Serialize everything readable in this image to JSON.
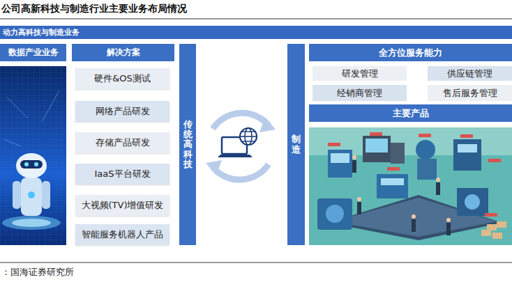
{
  "diagram": {
    "title": "公司高新科技与制造行业主要业务布局情况",
    "nodes": [
      {
        "text": [
          "动力高科技与制造业务"
        ]
      },
      {
        "text": [
          "数据产业业务"
        ]
      },
      {
        "text": [
          "解决方案"
        ]
      },
      {
        "text": [
          "硬件&OS测试"
        ]
      },
      {
        "text": [
          "网络产品研发"
        ]
      },
      {
        "text": [
          "存储产品研发"
        ]
      },
      {
        "text": [
          "IaaS平台研发"
        ]
      },
      {
        "text": [
          "大视频(TV)增值研发"
        ]
      },
      {
        "text": [
          "智能服务机器人产品"
        ]
      },
      {
        "text": [
          "传统高科技"
        ]
      },
      {
        "text": [
          "制造"
        ]
      },
      {
        "text": [
          "全方位服务能力"
        ]
      },
      {
        "text": [
          "研发管理"
        ]
      },
      {
        "text": [
          "供应链管理"
        ]
      },
      {
        "text": [
          "经销商管理"
        ]
      },
      {
        "text": [
          "售后服务管理"
        ]
      },
      {
        "text": [
          "主要产品"
        ]
      }
    ],
    "labels": [
      "：国海证券研究所"
    ]
  }
}
